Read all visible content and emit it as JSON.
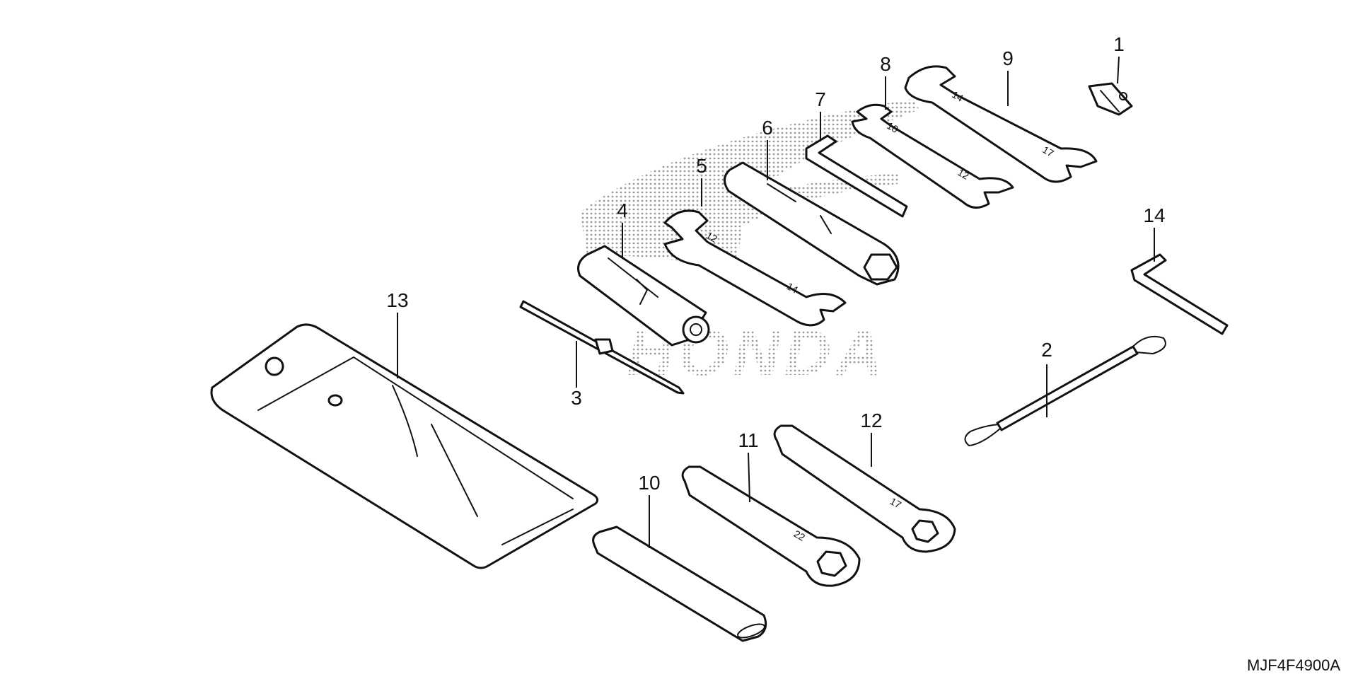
{
  "diagram": {
    "callouts": [
      {
        "id": "1",
        "label": "1"
      },
      {
        "id": "2",
        "label": "2"
      },
      {
        "id": "3",
        "label": "3"
      },
      {
        "id": "4",
        "label": "4"
      },
      {
        "id": "5",
        "label": "5"
      },
      {
        "id": "6",
        "label": "6"
      },
      {
        "id": "7",
        "label": "7"
      },
      {
        "id": "8",
        "label": "8"
      },
      {
        "id": "9",
        "label": "9"
      },
      {
        "id": "10",
        "label": "10"
      },
      {
        "id": "11",
        "label": "11"
      },
      {
        "id": "12",
        "label": "12"
      },
      {
        "id": "13",
        "label": "13"
      },
      {
        "id": "14",
        "label": "14"
      }
    ],
    "watermark": "HONDA",
    "diagram_code": "MJF4F4900A",
    "wrench_stamps": {
      "wrench_5_a": "12",
      "wrench_5_b": "14",
      "wrench_8_a": "10",
      "wrench_8_b": "12",
      "wrench_9_a": "14",
      "wrench_9_b": "17",
      "wrench_11": "22",
      "wrench_12": "17"
    }
  },
  "colors": {
    "line": "#111111",
    "background": "#ffffff",
    "watermark_dots": "#9a9a9a"
  }
}
